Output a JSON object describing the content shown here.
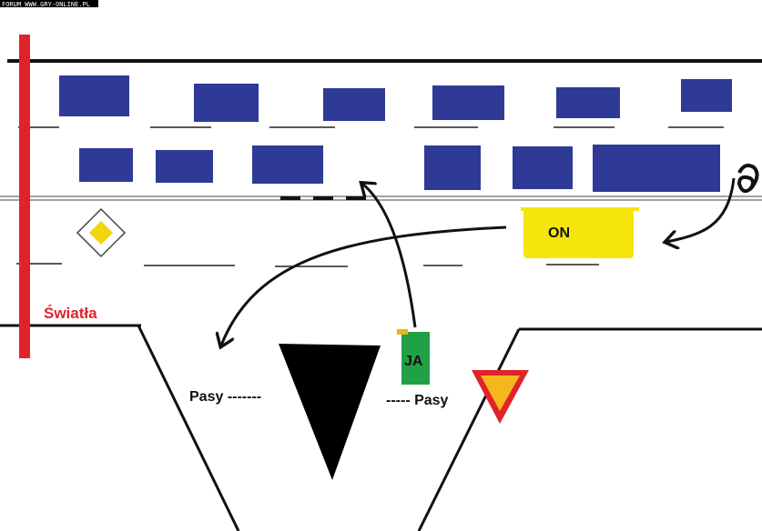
{
  "watermark": "FORUM WWW.GRY-ONLINE.PL",
  "labels": {
    "lights": "Światła",
    "car_on": "ON",
    "car_ja": "JA",
    "crossing_left": "Pasy -------",
    "crossing_right": "----- Pasy"
  },
  "colors": {
    "car": "#2e3a96",
    "on_car": "#f5e50a",
    "ja_car": "#22a046",
    "lights_pole": "#e0232a",
    "priority_sign": "#f2d60c",
    "yield_border": "#e0232a",
    "yield_fill": "#f5b81c"
  },
  "icons": {
    "priority_road_sign": "diamond-sign-icon",
    "yield_sign": "triangle-yield-icon"
  }
}
